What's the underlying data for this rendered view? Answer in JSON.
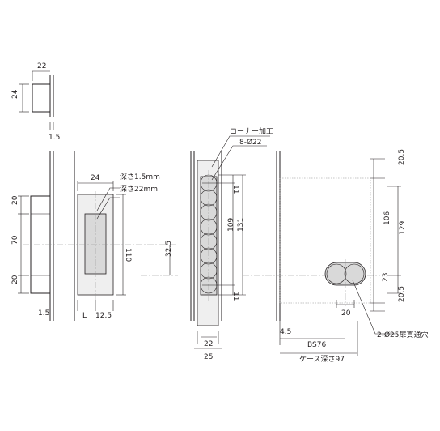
{
  "dims": {
    "top_w": "22",
    "top_h": "24",
    "top_off": "1.5",
    "left_20a": "20",
    "left_70": "70",
    "left_20b": "20",
    "left_off": "1.5",
    "face_w": "24",
    "depth1": "深さ1.5mm",
    "depth2": "深さ22mm",
    "face_h": "110",
    "face_L": "L",
    "face_125": "12.5",
    "center": "32.5",
    "corner": "コーナー加工",
    "holes": "8-Ø22",
    "h_11a": "11",
    "h_109": "109",
    "h_131": "131",
    "h_11b": "11",
    "mort_22": "22",
    "mort_25": "25",
    "case_205a": "20.5",
    "case_106": "106",
    "case_129": "129",
    "case_23": "23",
    "case_205b": "20.5",
    "case_20": "20",
    "case_45": "4.5",
    "bs": "BS76",
    "case_depth": "ケース深さ97",
    "thru": "2-Ø25扉貫通穴"
  }
}
